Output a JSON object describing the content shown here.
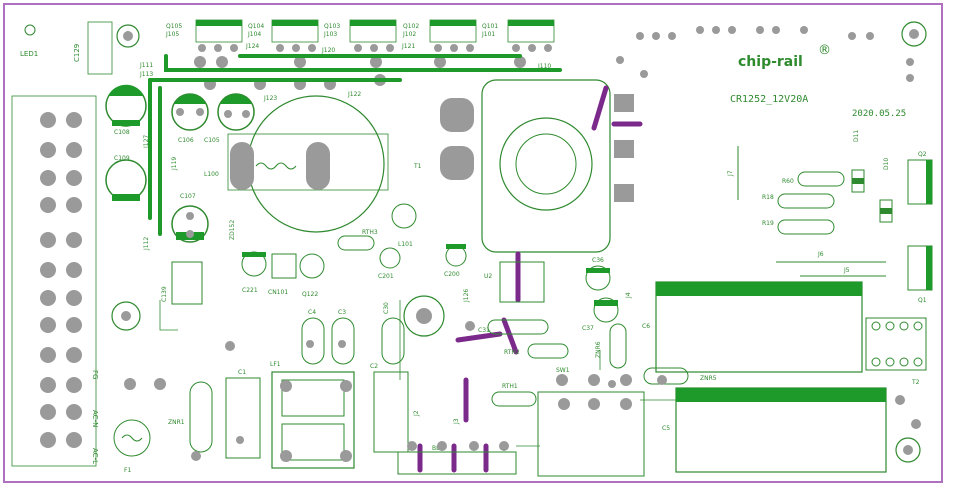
{
  "board": {
    "brand": "chip-rail",
    "registered_mark": "®",
    "model": "CR1252_12V20A",
    "date": "2020.05.25"
  },
  "colors": {
    "silk": "#2f8a2f",
    "trace": "#1e9a2a",
    "jumper": "#7b2a8c",
    "pad": "#9a9a9a",
    "outline": "#b070c0"
  },
  "labels": {
    "led1": "LED1",
    "c129": "C129",
    "q105": "Q105",
    "j105": "J105",
    "q104": "Q104",
    "j104": "J104",
    "q103": "Q103",
    "j103": "J103",
    "q102": "Q102",
    "j102": "J102",
    "q101": "Q101",
    "j101": "J101",
    "j124": "J124",
    "j120": "J120",
    "j121": "J121",
    "j110": "J110",
    "j111": "J111",
    "j113": "J113",
    "j123": "J123",
    "j122": "J122",
    "c108": "C108",
    "c106": "C106",
    "c105": "C105",
    "j127": "J127",
    "c109": "C109",
    "j119": "J119",
    "l100": "L100",
    "t1": "T1",
    "c107": "C107",
    "zd152": "ZD152",
    "rth3": "RTH3",
    "l101": "L101",
    "j112": "J112",
    "c221": "C221",
    "cn101": "CN101",
    "q122": "Q122",
    "c201": "C201",
    "c200": "C200",
    "u2": "U2",
    "j126": "J126",
    "c36": "C36",
    "c37": "C37",
    "j4": "J4",
    "c139": "C139",
    "c4": "C4",
    "c3": "C3",
    "c30": "C30",
    "c31": "C31",
    "rth2": "RTH2",
    "znr6": "ZNR6",
    "c6": "C6",
    "j7": "J7",
    "r60": "R60",
    "r18": "R18",
    "r19": "R19",
    "d11": "D11",
    "d10": "D10",
    "q2": "Q2",
    "q1": "Q1",
    "j6": "J6",
    "j5": "J5",
    "t2": "T2",
    "lf1": "LF1",
    "c1": "C1",
    "c2": "C2",
    "znr1": "ZNR1",
    "j2": "J2",
    "j3": "J3",
    "rth1": "RTH1",
    "sw1": "SW1",
    "znr5": "ZNR5",
    "c5": "C5",
    "bd1": "BD1",
    "f1": "F1",
    "fg": "FG",
    "acn": "AC-N",
    "acl": "AC-L"
  }
}
